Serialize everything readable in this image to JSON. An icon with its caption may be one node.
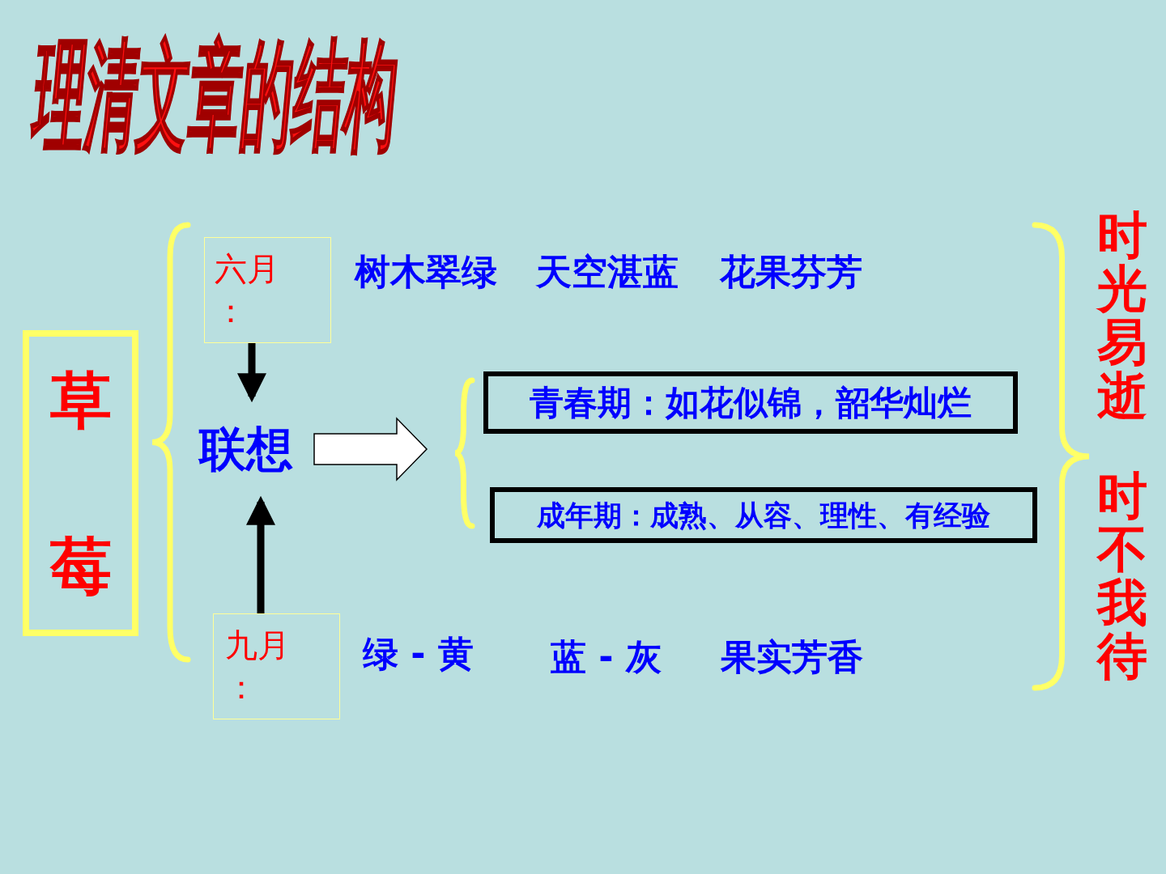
{
  "diagram": {
    "title": "理清文章的结构",
    "nodes": [
      {
        "text": [
          "草莓"
        ]
      },
      {
        "text": [
          "六月："
        ]
      },
      {
        "text": [
          "联想"
        ]
      },
      {
        "text": [
          "九月："
        ]
      },
      {
        "text": [
          "青春期：如花似锦，韶华灿烂"
        ]
      },
      {
        "text": [
          "成年期：成熟、从容、理性、有经验"
        ]
      }
    ],
    "edges": [
      {
        "from": 1,
        "to": 2,
        "arrow": "to"
      },
      {
        "from": 3,
        "to": 2,
        "arrow": "to"
      },
      {
        "from": 2,
        "to": null,
        "arrow": "to"
      }
    ],
    "labels": [
      "树木翠绿",
      "天空湛蓝",
      "花果芬芳",
      "绿 - 黄",
      "蓝 - 灰",
      "果实芳香",
      "时光易逝",
      "时不我待"
    ]
  }
}
